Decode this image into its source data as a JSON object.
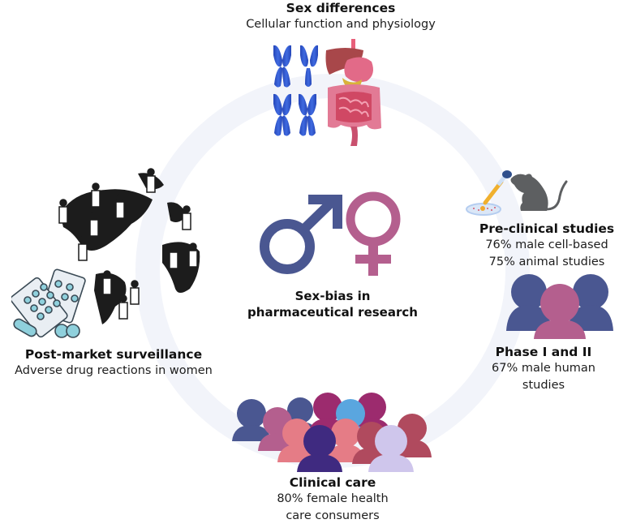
{
  "title": "Sex-bias in pharmaceutical research",
  "center": {
    "line1": "Sex-bias in",
    "line2": "pharmaceutical research",
    "male_symbol_color": "#4a5791",
    "female_symbol_color": "#b45f8e"
  },
  "stages": [
    {
      "id": "sex-differences",
      "title": "Sex differences",
      "lines": [
        "Cellular function and physiology"
      ],
      "icons": [
        "chromosome-icon",
        "digestive-system-icon"
      ]
    },
    {
      "id": "pre-clinical",
      "title": "Pre-clinical studies",
      "lines": [
        "76% male cell-based",
        "75% animal studies"
      ],
      "icons": [
        "petri-dish-pipette-icon",
        "rat-icon"
      ]
    },
    {
      "id": "phase-1-2",
      "title": "Phase I and II",
      "lines": [
        "67% male human",
        "studies"
      ],
      "icons": [
        "people-group-icon"
      ]
    },
    {
      "id": "clinical-care",
      "title": "Clinical care",
      "lines": [
        "80% female health",
        "care consumers"
      ],
      "icons": [
        "crowd-icon"
      ]
    },
    {
      "id": "post-market",
      "title": "Post-market surveillance",
      "lines": [
        "Adverse drug reactions in women"
      ],
      "icons": [
        "pills-icon",
        "globe-people-icon"
      ]
    }
  ],
  "colors": {
    "ring": "#f2f4fa",
    "male_blue": "#4a5791",
    "female_pink": "#b45f8e",
    "chromosome_blue": "#2c4fc0",
    "rat_gray": "#5d5f61",
    "globe_black": "#1c1c1c",
    "pill_teal": "#8fd0dc"
  }
}
